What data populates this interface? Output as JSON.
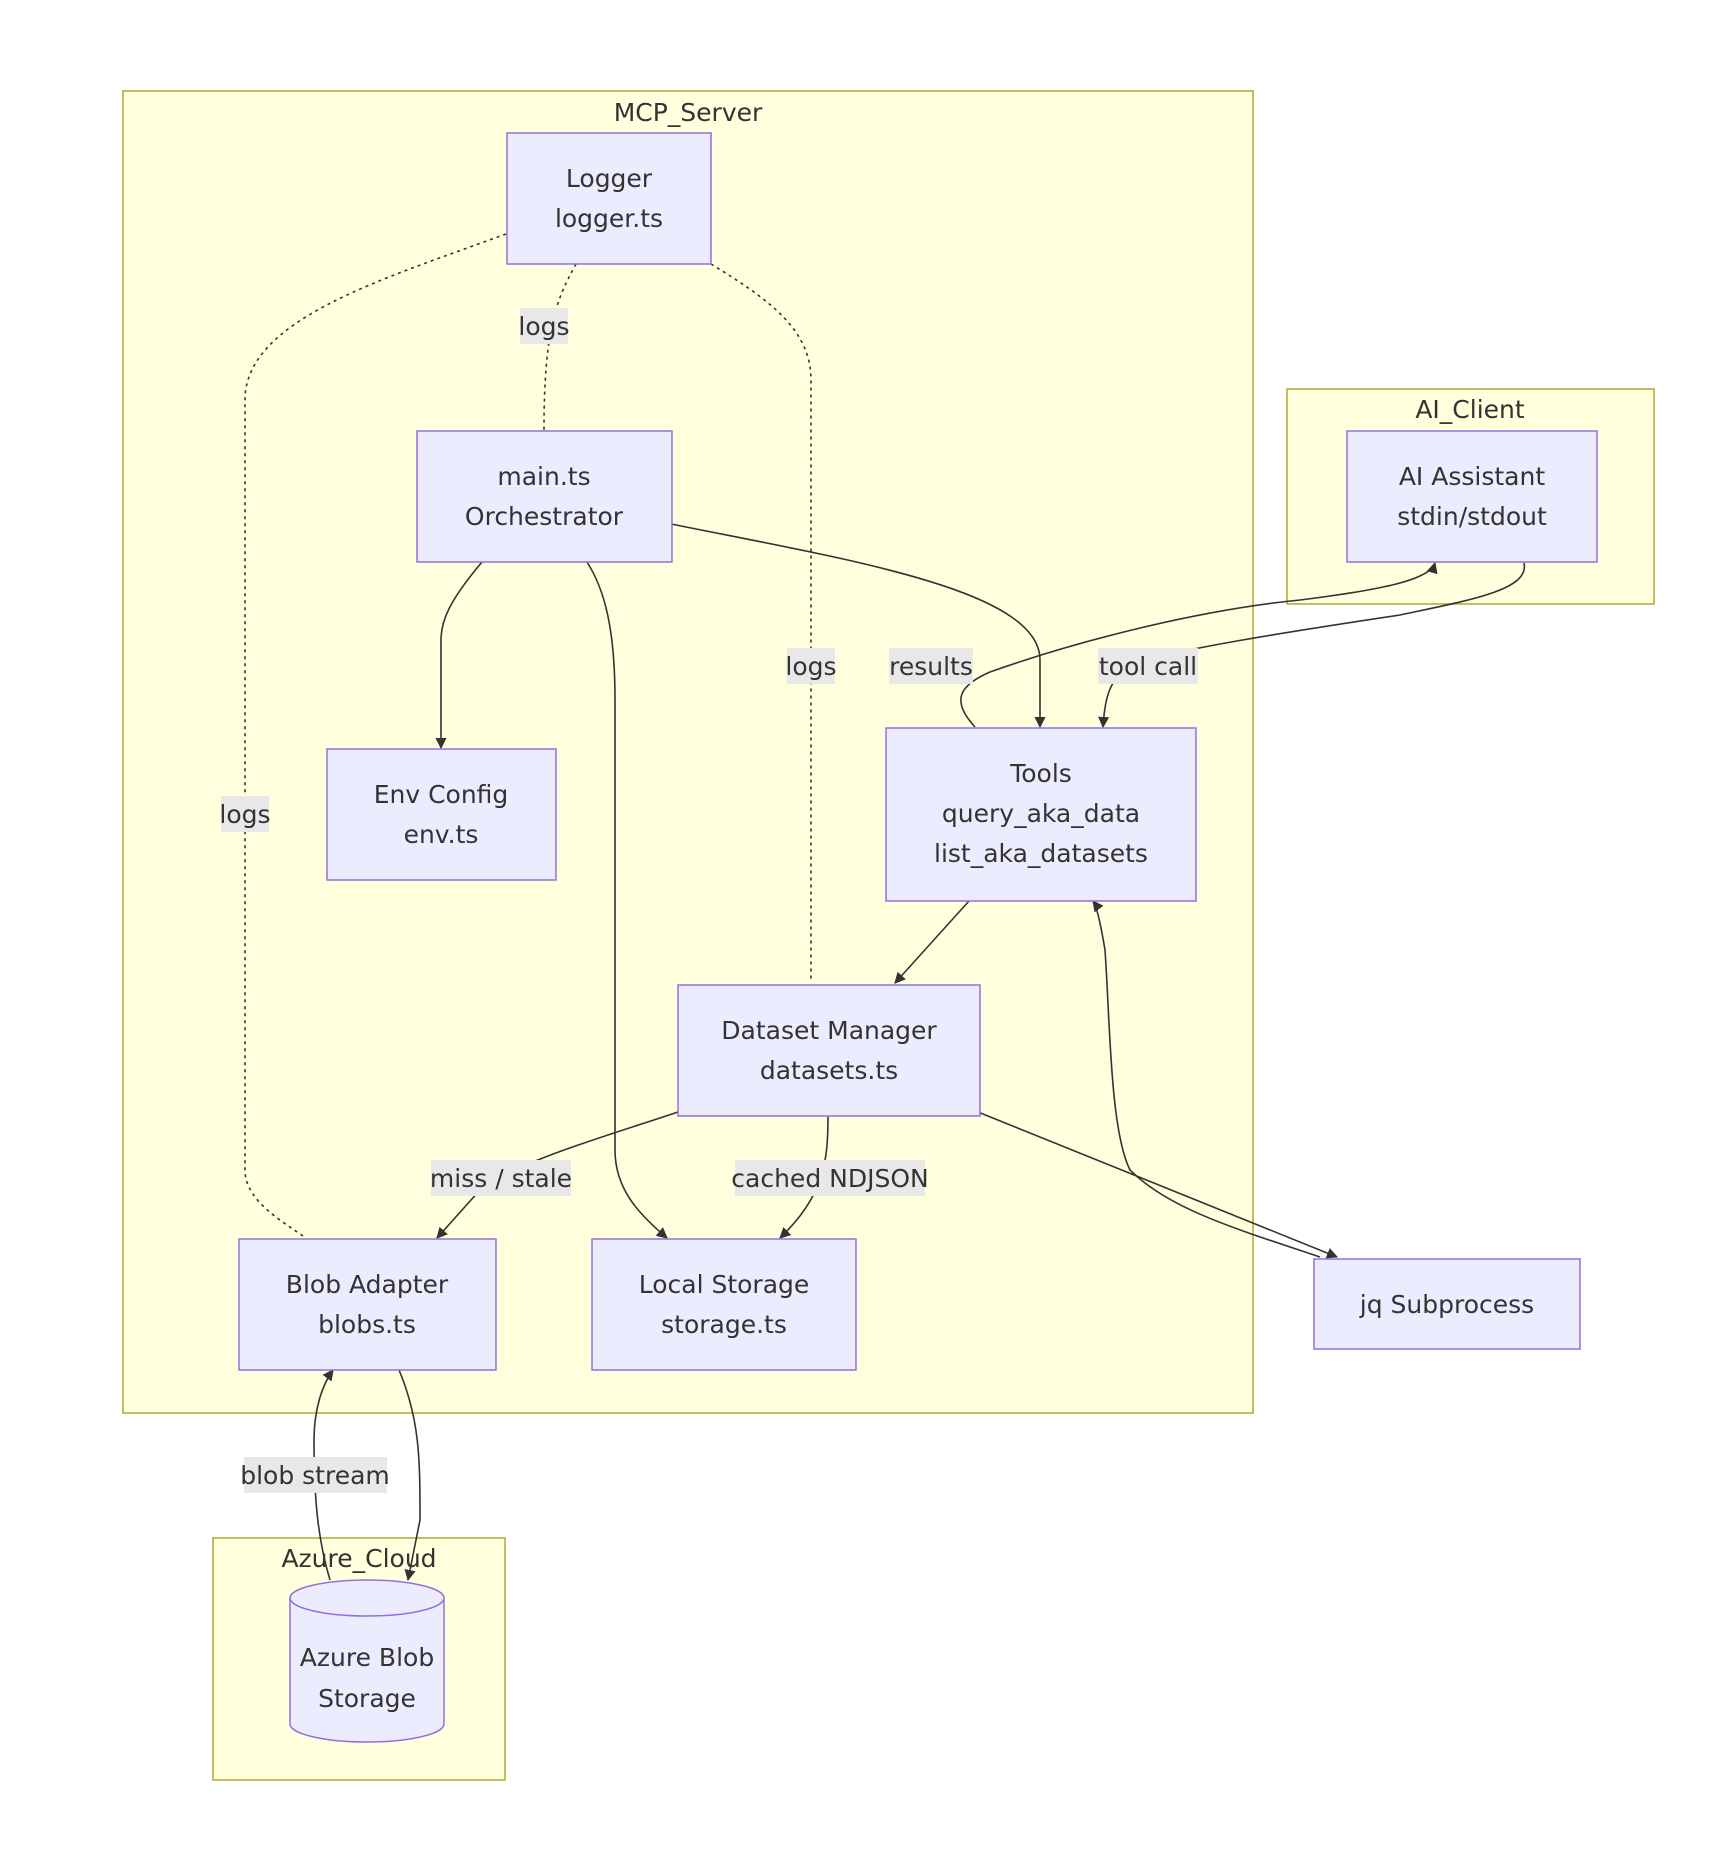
{
  "clusters": {
    "mcp_server": "MCP_Server",
    "ai_client": "AI_Client",
    "azure_cloud": "Azure_Cloud"
  },
  "nodes": {
    "logger": [
      "Logger",
      "logger.ts"
    ],
    "main": [
      "main.ts",
      "Orchestrator"
    ],
    "env": [
      "Env Config",
      "env.ts"
    ],
    "tools": [
      "Tools",
      "query_aka_data",
      "list_aka_datasets"
    ],
    "ai_assistant": [
      "AI Assistant",
      "stdin/stdout"
    ],
    "dataset_manager": [
      "Dataset Manager",
      "datasets.ts"
    ],
    "blob_adapter": [
      "Blob Adapter",
      "blobs.ts"
    ],
    "local_storage": [
      "Local Storage",
      "storage.ts"
    ],
    "jq": [
      "jq Subprocess"
    ],
    "azure_blob": [
      "Azure Blob",
      "Storage"
    ]
  },
  "edge_labels": {
    "logs_main": "logs",
    "logs_dataset": "logs",
    "logs_blob": "logs",
    "results": "results",
    "tool_call": "tool call",
    "miss_stale": "miss / stale",
    "cached_ndjson": "cached NDJSON",
    "blob_stream": "blob stream"
  },
  "colors": {
    "cluster_fill": "#ffffde",
    "cluster_stroke": "#aaaa33",
    "node_fill": "#ececff",
    "node_stroke": "#9370db",
    "edge": "#333333",
    "label_bg": "#e8e8e8"
  }
}
